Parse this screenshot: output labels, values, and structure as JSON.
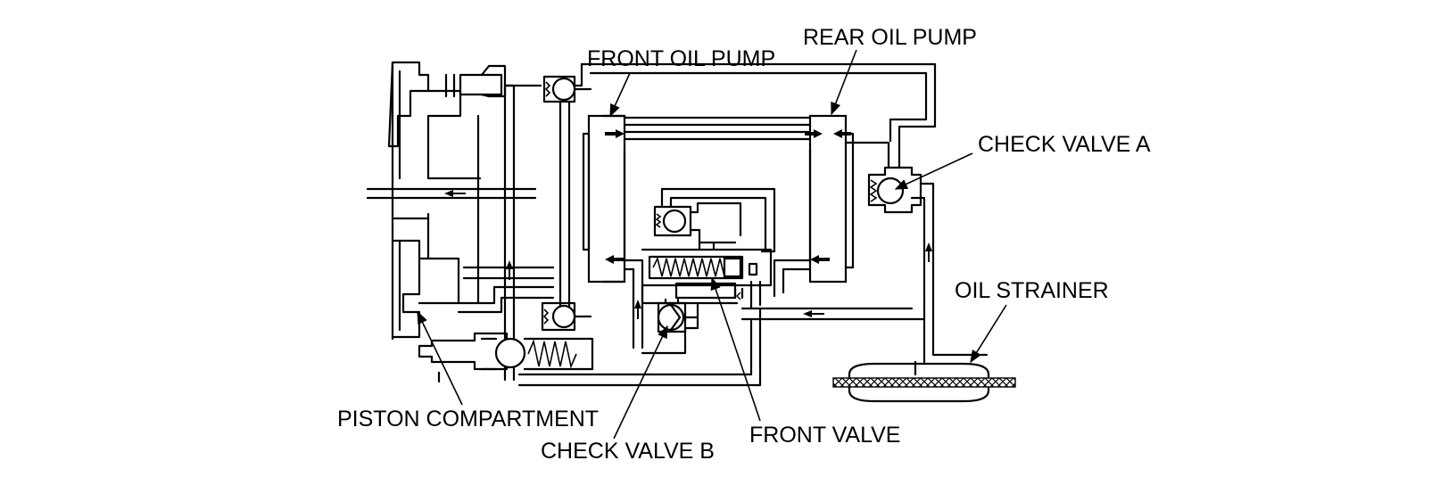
{
  "labels": {
    "front_oil_pump": "FRONT OIL PUMP",
    "rear_oil_pump": "REAR OIL PUMP",
    "check_valve_a": "CHECK VALVE A",
    "oil_strainer": "OIL STRAINER",
    "piston_compartment": "PISTON COMPARTMENT",
    "check_valve_b": "CHECK VALVE B",
    "front_valve": "FRONT VALVE"
  }
}
